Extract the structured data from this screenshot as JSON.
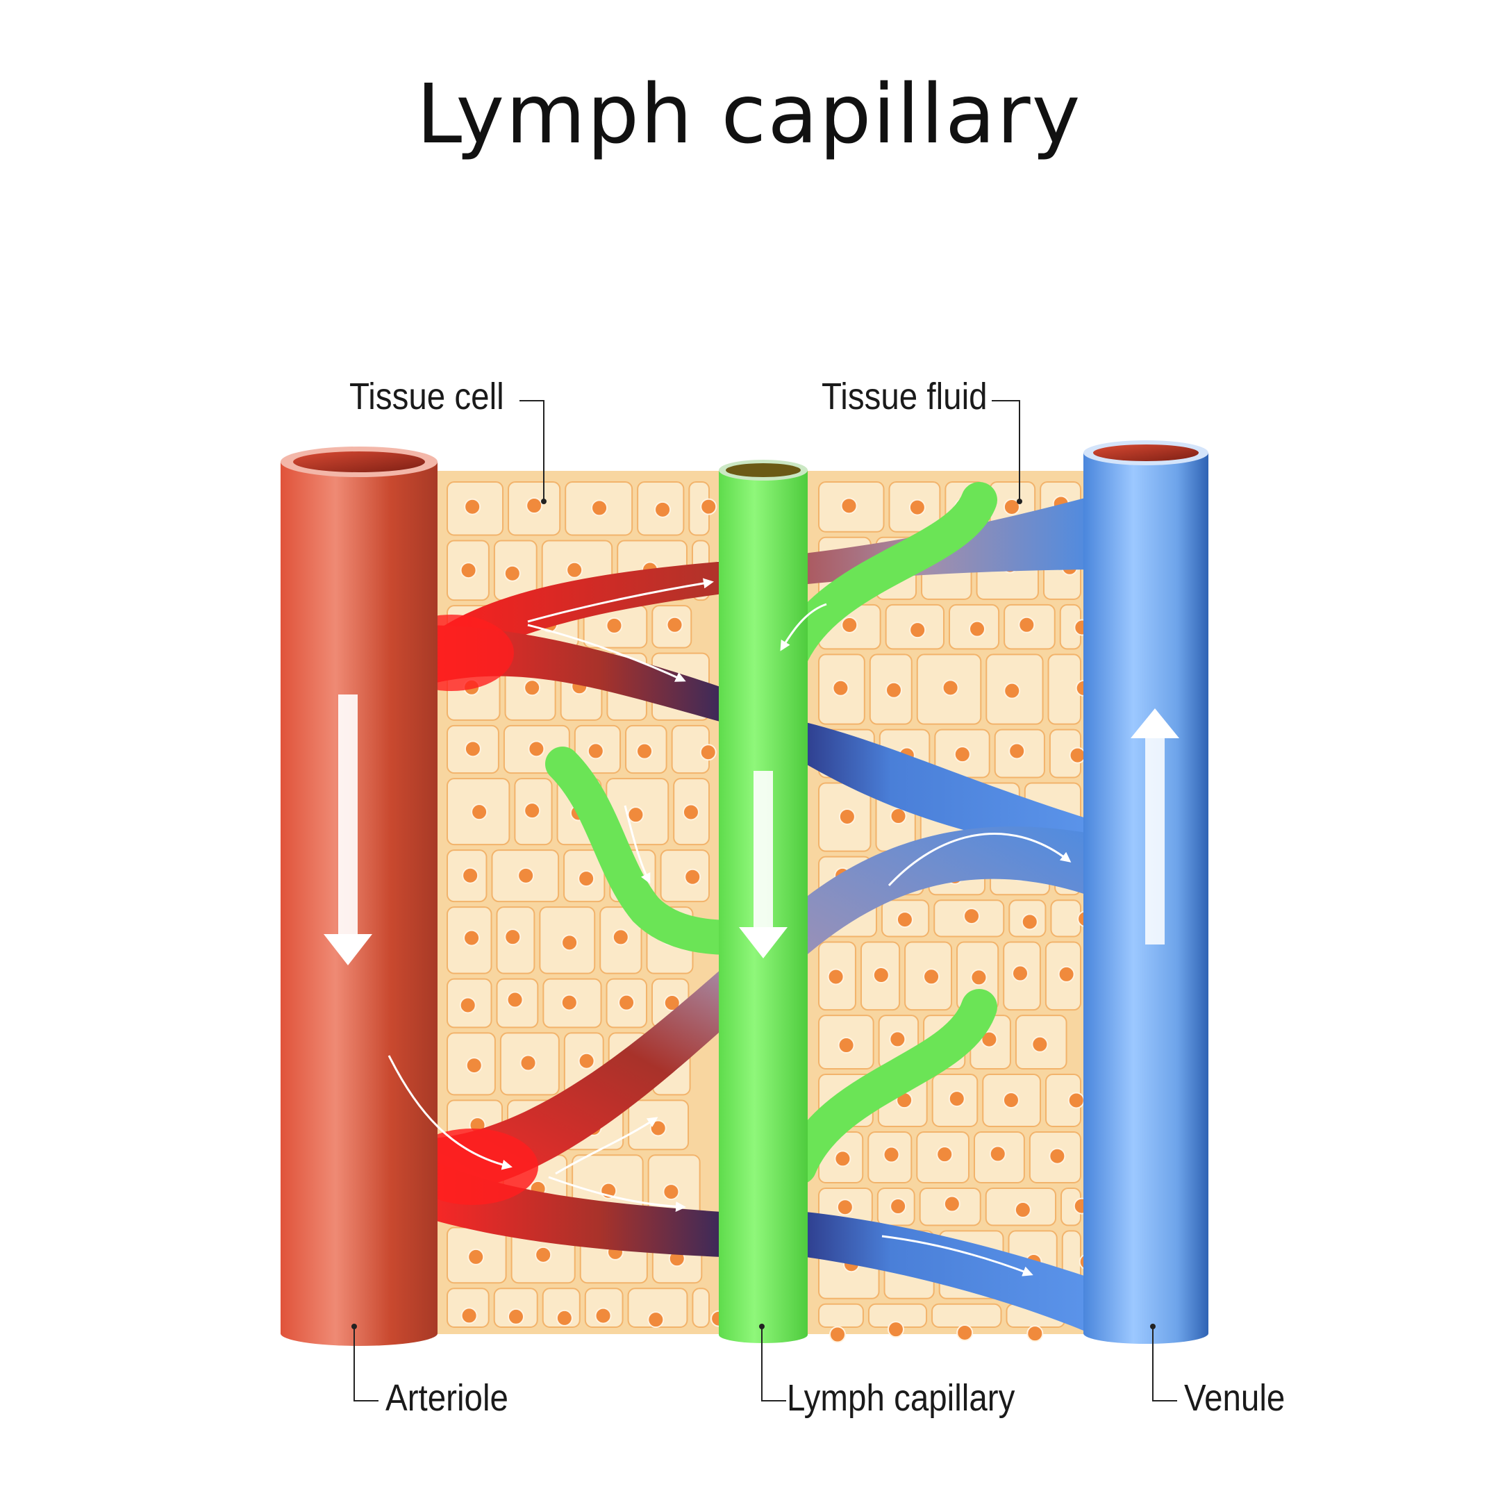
{
  "title": "Lymph capillary",
  "labels": {
    "tissue_cell": "Tissue cell",
    "tissue_fluid": "Tissue fluid",
    "arteriole": "Arteriole",
    "lymph_capillary": "Lymph capillary",
    "venule": "Venule"
  },
  "colors": {
    "arteriole": "#c7432c",
    "venule": "#5b8fd8",
    "lymph": "#6ee85a",
    "tissue": "#fbe9c8",
    "cell_border": "#f2b36b",
    "nucleus": "#f08a3c"
  }
}
